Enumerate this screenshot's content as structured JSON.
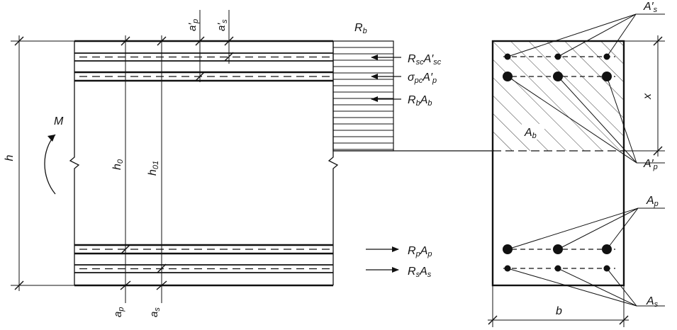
{
  "labels": {
    "h": "h",
    "M": "M",
    "h0": "h",
    "h0_sub": "0",
    "h01": "h",
    "h01_sub": "01",
    "ap_top": "a′",
    "ap_top_sub": "p",
    "as_top": "a′",
    "as_top_sub": "s",
    "ap_bottom": "a",
    "ap_bottom_sub": "p",
    "as_bottom": "a",
    "as_bottom_sub": "s",
    "Rb": "R",
    "Rb_sub": "b",
    "force1": "R",
    "force1_sub1": "sc",
    "force1_mid": "A′",
    "force1_sub2": "sc",
    "force2": "σ",
    "force2_sub1": "pc",
    "force2_mid": "A′",
    "force2_sub2": "p",
    "force3": "R",
    "force3_sub1": "b",
    "force3_mid": "A",
    "force3_sub2": "b",
    "force4": "R",
    "force4_sub1": "p",
    "force4_mid": "A",
    "force4_sub2": "p",
    "force5": "R",
    "force5_sub1": "s",
    "force5_mid": "A",
    "force5_sub2": "s",
    "Ab": "A",
    "Ab_sub": "b",
    "x": "x",
    "b": "b",
    "As_prime": "A′",
    "As_prime_sub": "s",
    "Ap_prime": "A′",
    "Ap_prime_sub": "p",
    "Ap": "A",
    "Ap_sub": "p",
    "As": "A",
    "As_sub": "s"
  }
}
